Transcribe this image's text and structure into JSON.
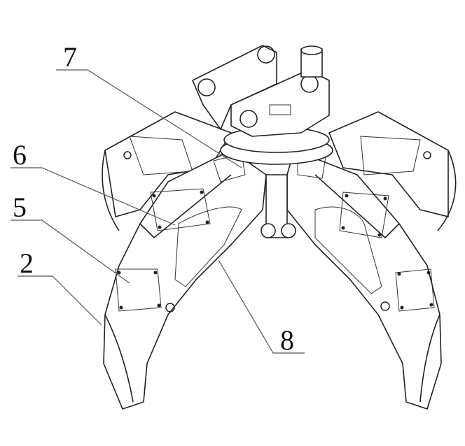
{
  "figure": {
    "labels": [
      {
        "id": "label-7",
        "text": "7"
      },
      {
        "id": "label-6",
        "text": "6"
      },
      {
        "id": "label-5",
        "text": "5"
      },
      {
        "id": "label-2",
        "text": "2"
      },
      {
        "id": "label-8",
        "text": "8"
      }
    ]
  }
}
